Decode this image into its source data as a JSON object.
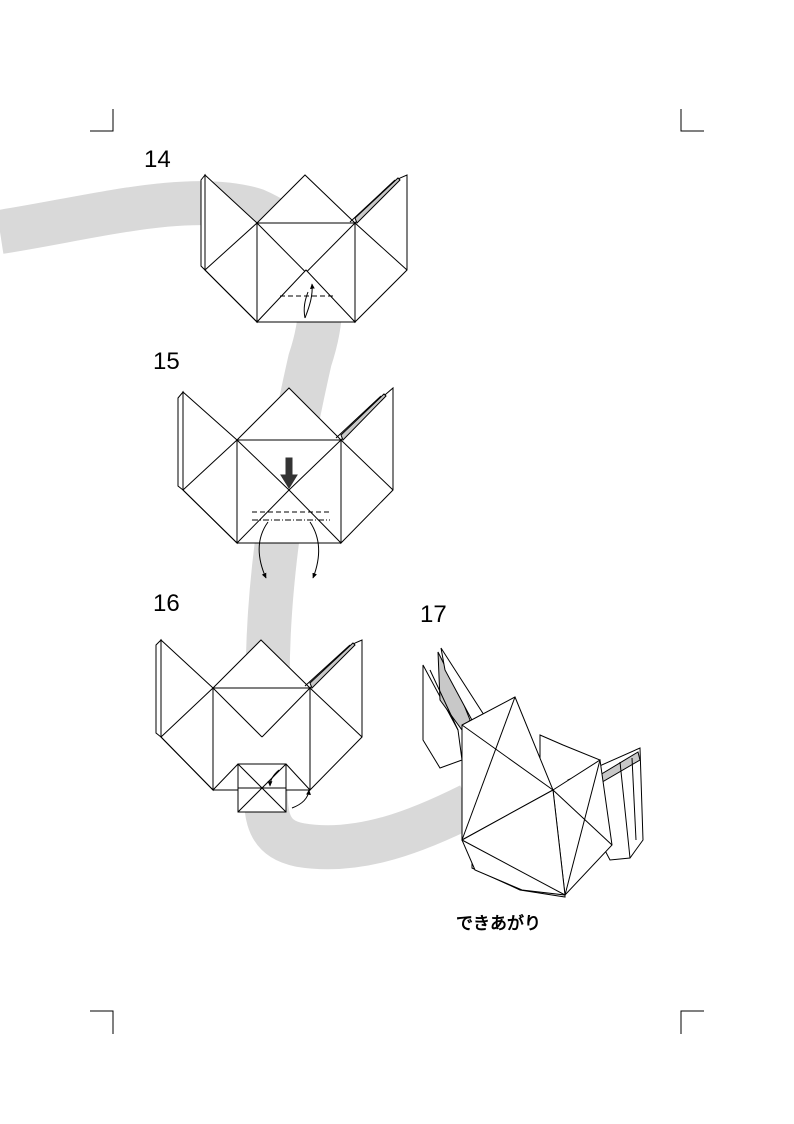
{
  "steps": [
    {
      "number": "14"
    },
    {
      "number": "15"
    },
    {
      "number": "16"
    },
    {
      "number": "17"
    }
  ],
  "caption": "できあがり",
  "colors": {
    "path_ribbon": "#d9d9d9",
    "line": "#000000",
    "shade": "#c8c8c8",
    "push_arrow": "#333333"
  }
}
